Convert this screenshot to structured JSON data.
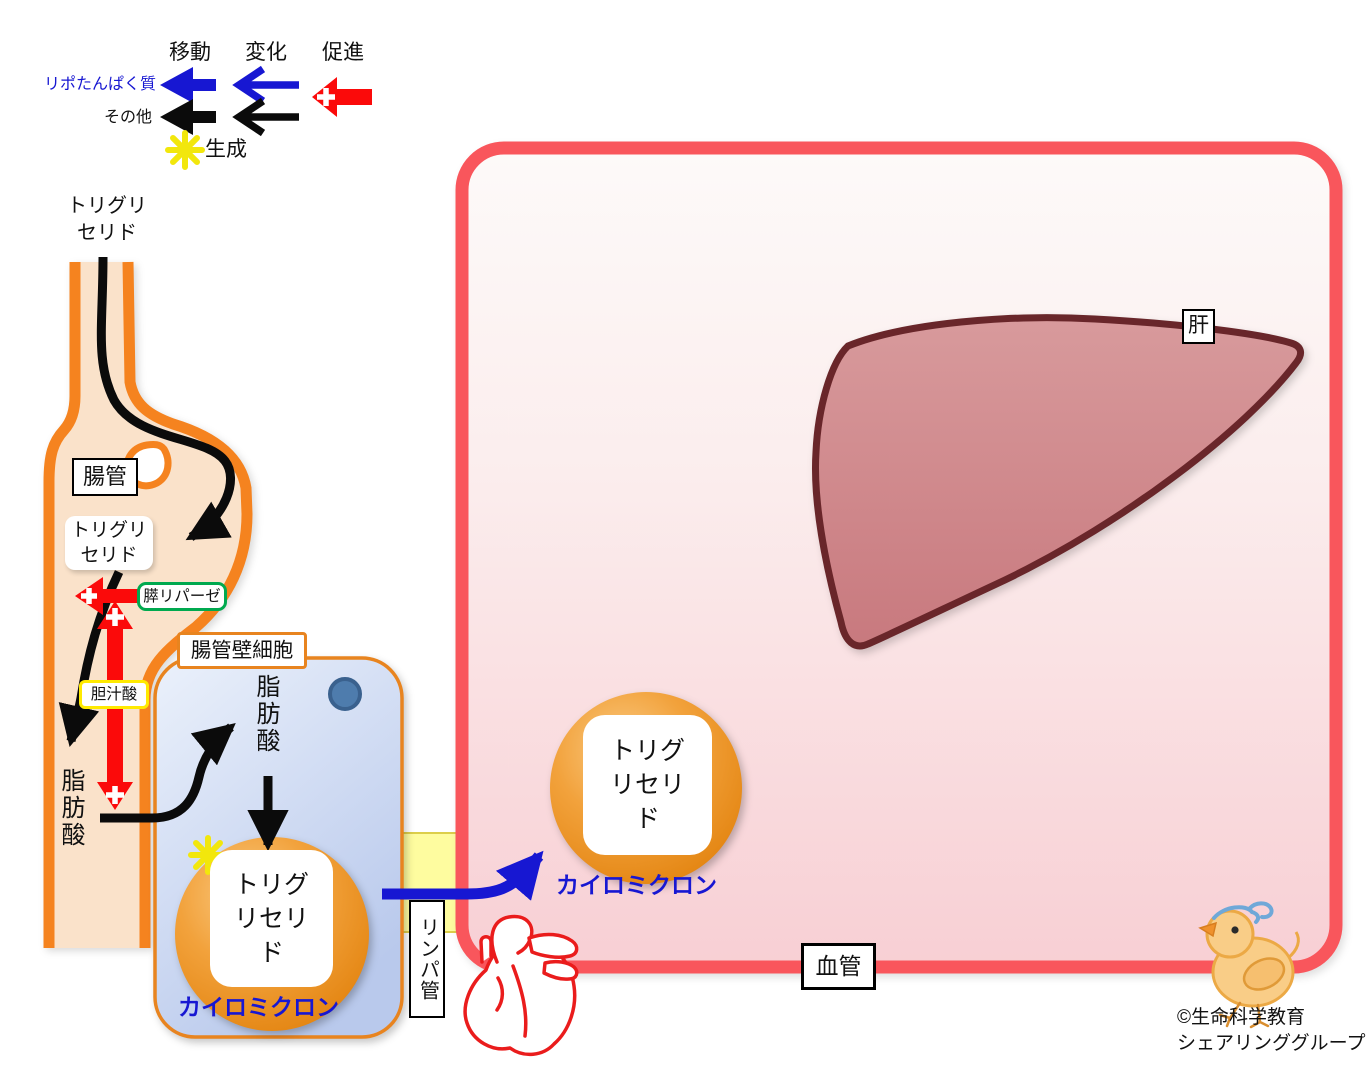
{
  "legend": {
    "columns": {
      "move": "移動",
      "change": "変化",
      "promote": "促進"
    },
    "rows": {
      "lipoprotein": "リポたんぱく質",
      "other": "その他"
    },
    "generate": "生成"
  },
  "intestine": {
    "label": "腸管",
    "triglyceride_top": {
      "l1": "トリグリ",
      "l2": "セリド"
    },
    "triglyceride_box": {
      "l1": "トリグリ",
      "l2": "セリド"
    },
    "pancreatic_lipase": "膵リパーゼ",
    "bile_acid": "胆汁酸",
    "fatty_acid": "脂肪酸"
  },
  "cell": {
    "label": "腸管壁細胞",
    "fatty_acid": "脂肪酸",
    "triglyceride": {
      "l1": "トリグ",
      "l2": "リセリ",
      "l3": "ド"
    },
    "chylomicron": "カイロミクロン"
  },
  "lymph": {
    "label": "リンパ管"
  },
  "blood": {
    "vessel_label": "血管",
    "liver_label": "肝",
    "triglyceride": {
      "l1": "トリグ",
      "l2": "リセリ",
      "l3": "ド"
    },
    "chylomicron": "カイロミクロン"
  },
  "credit": {
    "l1": "©生命科学教育",
    "l2": "シェアリンググループ"
  },
  "colors": {
    "tube_orange": "#F5831F",
    "tube_fill": "#FAE2CA",
    "cell_border": "#E8841F",
    "vessel_red": "#F9565C",
    "blue": "#1717D2",
    "red": "#FB0A0A",
    "asterisk_yellow": "#F2E70C",
    "lipase_green": "#00A94F",
    "bile_yellow": "#FFEA00",
    "lymph_yellow": "#FEFC9F",
    "liver_outline": "#69262A"
  }
}
